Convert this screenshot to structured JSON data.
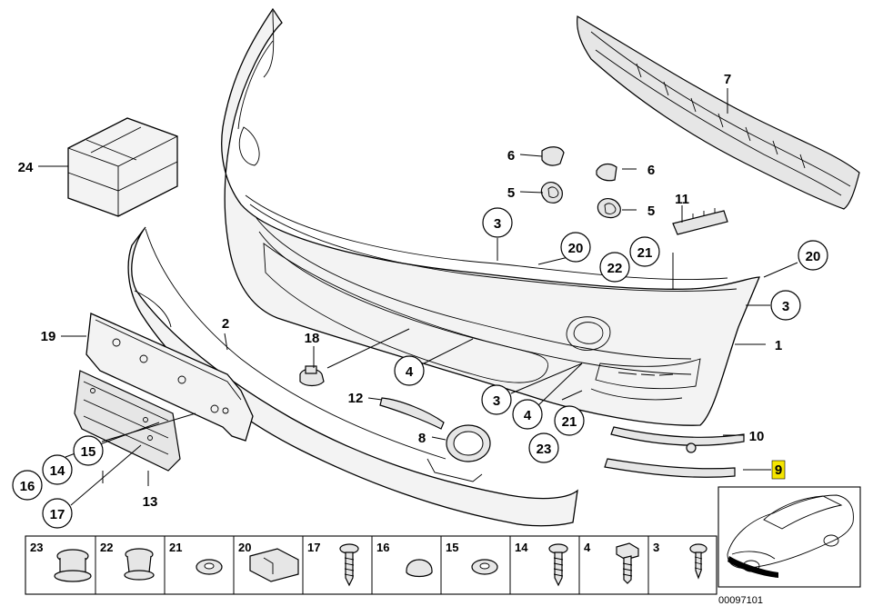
{
  "callouts": {
    "c1": "1",
    "c2": "2",
    "c3a": "3",
    "c3b": "3",
    "c3c": "3",
    "c4a": "4",
    "c4b": "4",
    "c5a": "5",
    "c5b": "5",
    "c6a": "6",
    "c6b": "6",
    "c7": "7",
    "c8": "8",
    "c9": "9",
    "c10": "10",
    "c11": "11",
    "c12": "12",
    "c13": "13",
    "c14": "14",
    "c15": "15",
    "c16": "16",
    "c17": "17",
    "c18": "18",
    "c19": "19",
    "c20a": "20",
    "c20b": "20",
    "c21a": "21",
    "c21b": "21",
    "c22": "22",
    "c23": "23",
    "c24": "24"
  },
  "fastener_strip": [
    "23",
    "22",
    "21",
    "20",
    "17",
    "16",
    "15",
    "14",
    "4",
    "3"
  ],
  "diagram_code": "00097101",
  "icons": {
    "highlight": "#f5e500",
    "car_thumbnail": "car-thumbnail-icon"
  }
}
